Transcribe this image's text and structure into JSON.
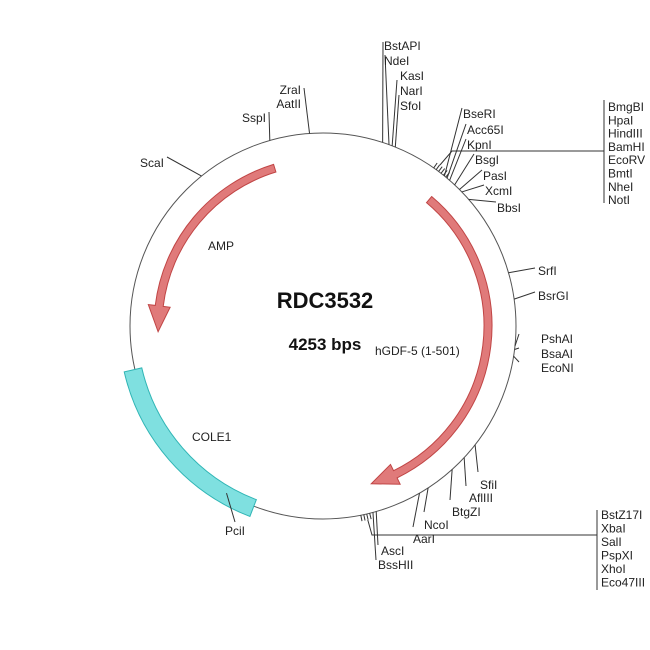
{
  "plasmid": {
    "name": "RDC3532",
    "size_label": "4253 bps",
    "colors": {
      "backbone": "#555555",
      "arrow_fill": "#e07a7a",
      "arrow_stroke": "#c04545",
      "ori_fill": "#7fe0e0",
      "ori_stroke": "#30b5b5"
    }
  },
  "features": [
    {
      "name": "AMP",
      "type": "arrow",
      "color": "#e07a7a"
    },
    {
      "name": "hGDF-5 (1-501)",
      "type": "arrow",
      "color": "#e07a7a"
    },
    {
      "name": "COLE1",
      "type": "box",
      "color": "#7fe0e0"
    }
  ],
  "sites": {
    "top": [
      "BstAPI",
      "NdeI",
      "KasI",
      "NarI",
      "SfoI"
    ],
    "upper_right": [
      "BseRI",
      "Acc65I",
      "KpnI",
      "BsgI",
      "PasI",
      "XcmI",
      "BbsI"
    ],
    "mcs1": [
      "BmgBI",
      "HpaI",
      "HindIII",
      "BamHI",
      "EcoRV",
      "BmtI",
      "NheI",
      "NotI"
    ],
    "upper_left": [
      "ZraI",
      "AatII",
      "SspI",
      "ScaI"
    ],
    "right": [
      "SrfI",
      "BsrGI",
      "PshAI",
      "BsaAI",
      "EcoNI"
    ],
    "lower_right": [
      "SfiI",
      "AflIII",
      "BtgZI",
      "NcoI",
      "AarI",
      "AscI",
      "BssHII"
    ],
    "mcs2": [
      "BstZ17I",
      "XbaI",
      "SalI",
      "PspXI",
      "XhoI",
      "Eco47III"
    ],
    "lower_left": [
      "PciI"
    ]
  }
}
